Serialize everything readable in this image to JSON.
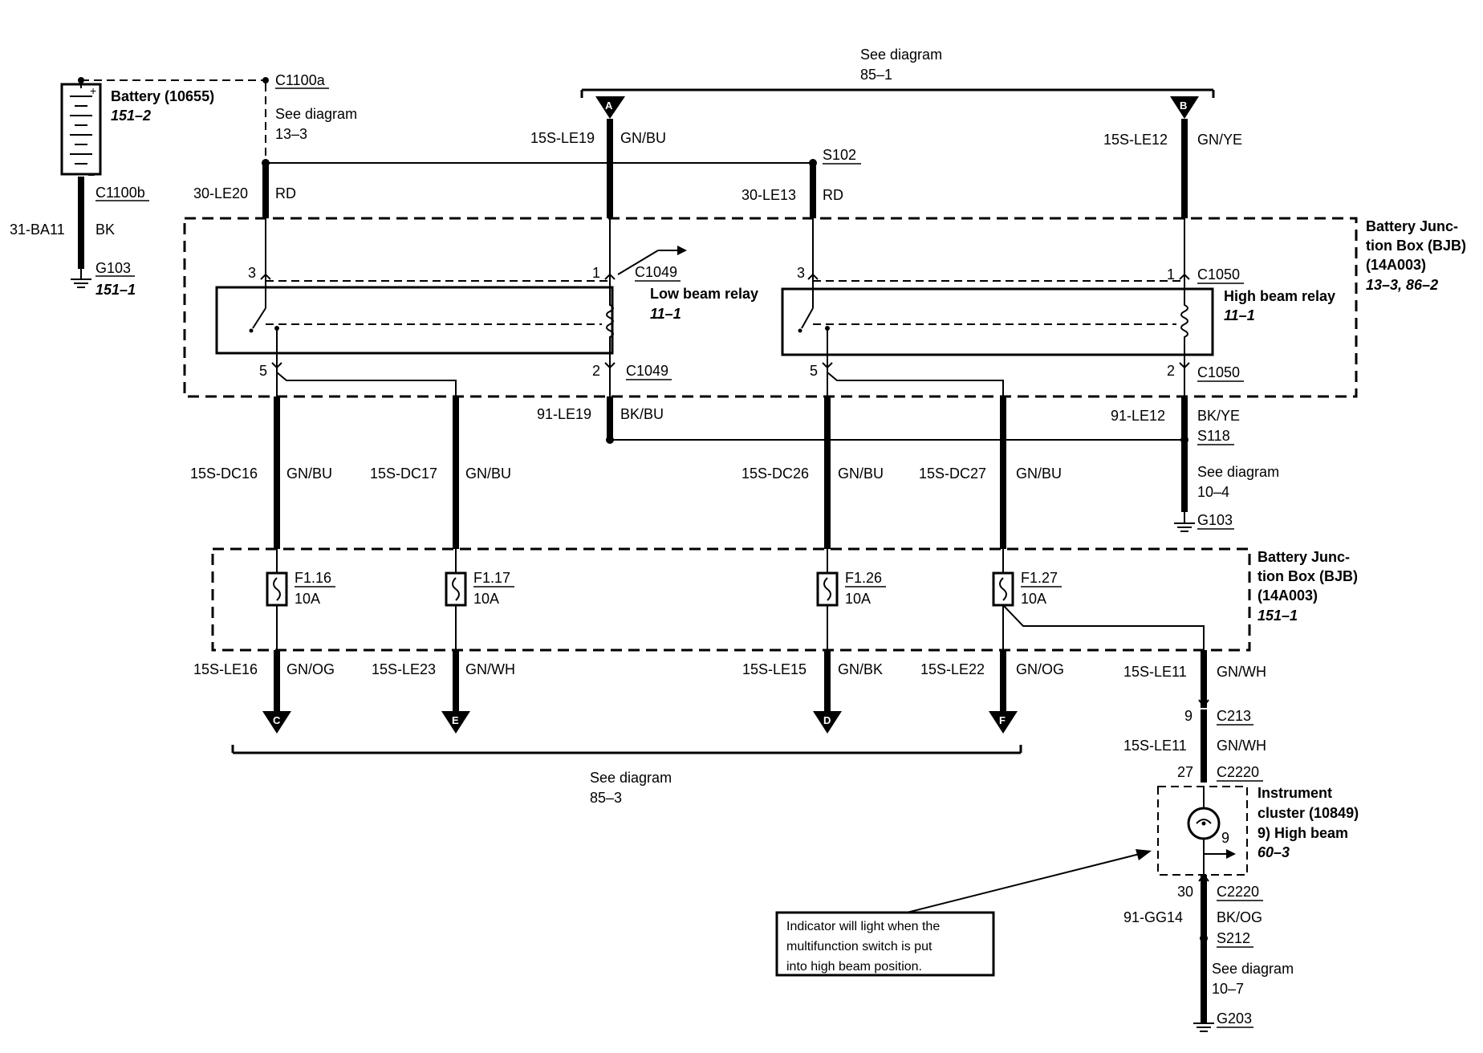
{
  "battery": {
    "label": "Battery (10655)",
    "ref": "151–2",
    "conn_a": "C1100a",
    "conn_b": "C1100b",
    "see": "See diagram",
    "see_ref": "13–3"
  },
  "wires": {
    "ba11": {
      "id": "31-BA11",
      "color": "BK"
    },
    "le20": {
      "id": "30-LE20",
      "color": "RD"
    },
    "le13": {
      "id": "30-LE13",
      "color": "RD"
    },
    "le19": {
      "id": "15S-LE19",
      "color": "GN/BU"
    },
    "le12": {
      "id": "15S-LE12",
      "color": "GN/YE"
    },
    "le19g": {
      "id": "91-LE19",
      "color": "BK/BU"
    },
    "le12g": {
      "id": "91-LE12",
      "color": "BK/YE"
    },
    "dc16": {
      "id": "15S-DC16",
      "color": "GN/BU"
    },
    "dc17": {
      "id": "15S-DC17",
      "color": "GN/BU"
    },
    "dc26": {
      "id": "15S-DC26",
      "color": "GN/BU"
    },
    "dc27": {
      "id": "15S-DC27",
      "color": "GN/BU"
    },
    "le16": {
      "id": "15S-LE16",
      "color": "GN/OG"
    },
    "le23": {
      "id": "15S-LE23",
      "color": "GN/WH"
    },
    "le15": {
      "id": "15S-LE15",
      "color": "GN/BK"
    },
    "le22": {
      "id": "15S-LE22",
      "color": "GN/OG"
    },
    "le11": {
      "id": "15S-LE11",
      "color": "GN/WH"
    },
    "le11b": {
      "id": "15S-LE11",
      "color": "GN/WH"
    },
    "gg14": {
      "id": "91-GG14",
      "color": "BK/OG"
    }
  },
  "grounds": {
    "g103a": "G103",
    "g103a_ref": "151–1",
    "g103b": "G103",
    "g203": "G203"
  },
  "splices": {
    "s102": "S102",
    "s118": "S118",
    "s212": "S212"
  },
  "top_ref": {
    "see": "See diagram",
    "ref": "85–1",
    "a": "A",
    "b": "B"
  },
  "bottom_ref": {
    "see": "See diagram",
    "ref": "85–3",
    "c": "C",
    "e": "E",
    "d": "D",
    "f": "F"
  },
  "bjb_upper": {
    "line1": "Battery Junc-",
    "line2": "tion Box (BJB)",
    "line3": "(14A003)",
    "ref": "13–3, 86–2"
  },
  "bjb_lower": {
    "line1": "Battery Junc-",
    "line2": "tion Box (BJB)",
    "line3": "(14A003)",
    "ref": "151–1"
  },
  "low_relay": {
    "label": "Low beam relay",
    "ref": "11–1",
    "conn": "C1049",
    "pin1": "1",
    "pin2": "2",
    "pin3": "3",
    "pin5": "5"
  },
  "high_relay": {
    "label": "High beam relay",
    "ref": "11–1",
    "conn": "C1050",
    "pin1": "1",
    "pin2": "2",
    "pin3": "3",
    "pin5": "5"
  },
  "fuses": [
    {
      "id": "F1.16",
      "rating": "10A"
    },
    {
      "id": "F1.17",
      "rating": "10A"
    },
    {
      "id": "F1.26",
      "rating": "10A"
    },
    {
      "id": "F1.27",
      "rating": "10A"
    }
  ],
  "s118_see": {
    "see": "See diagram",
    "ref": "10–4"
  },
  "s212_see": {
    "see": "See diagram",
    "ref": "10–7"
  },
  "c213": {
    "pin": "9",
    "conn": "C213"
  },
  "c2220_top": {
    "pin": "27",
    "conn": "C2220"
  },
  "c2220_bot": {
    "pin": "30",
    "conn": "C2220"
  },
  "cluster": {
    "line1": "Instrument",
    "line2": "cluster (10849)",
    "line3": "9)  High beam",
    "ref": "60–3",
    "pin": "9"
  },
  "note": {
    "line1": "Indicator will light when the",
    "line2": "multifunction switch is put",
    "line3": "into high beam position."
  }
}
